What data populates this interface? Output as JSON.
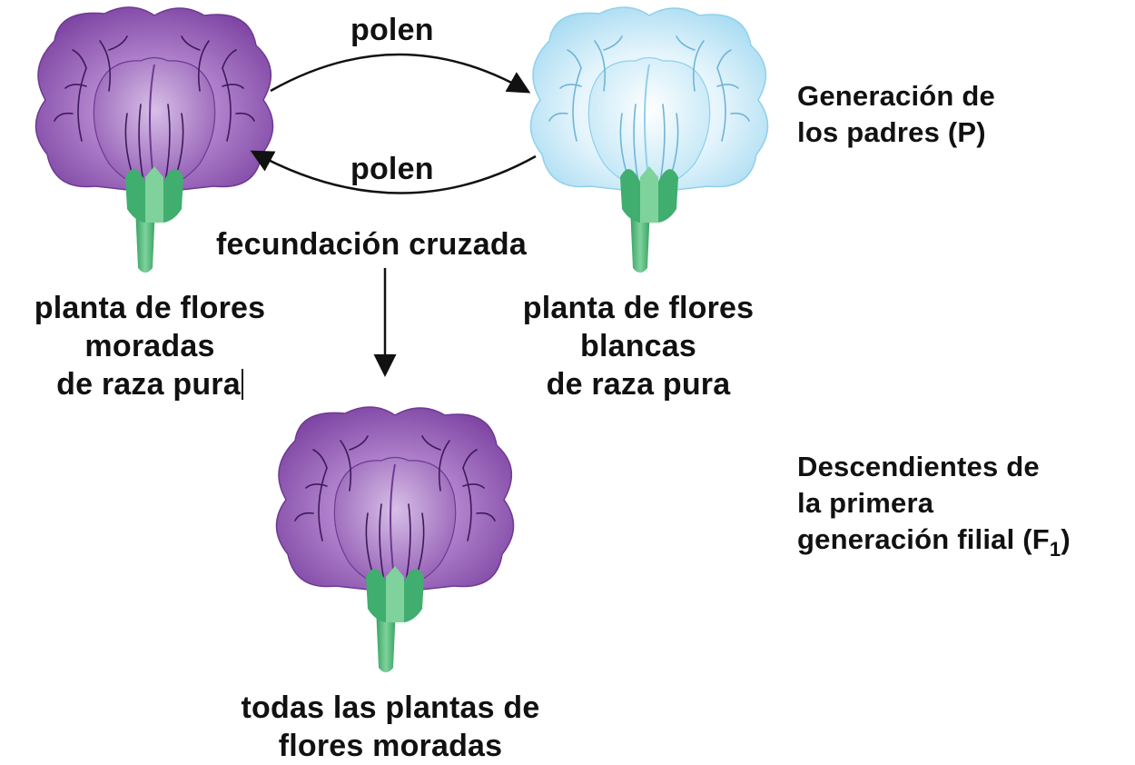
{
  "arrows": {
    "top_label": "polen",
    "bottom_label": "polen",
    "cross_label": "fecundación cruzada"
  },
  "parent_left": {
    "color": "#8b55b0",
    "label_lines": [
      "planta de flores",
      "moradas",
      "de raza pura"
    ]
  },
  "parent_right": {
    "color": "#bfe6f7",
    "label_lines": [
      "planta de flores",
      "blancas",
      "de raza pura"
    ]
  },
  "offspring": {
    "color": "#8b55b0",
    "label_lines": [
      "todas las plantas de",
      "flores moradas"
    ]
  },
  "generations": {
    "parents": [
      "Generación de",
      "los padres (P)"
    ],
    "f1_line1": "Descendientes de",
    "f1_line2": "la primera",
    "f1_line3_prefix": "generación filial (F",
    "f1_sub": "1",
    "f1_line3_suffix": ")"
  },
  "colors": {
    "stem": "#3fae6e",
    "stem_light": "#7fd29c",
    "veins_purple": "#3e1a5c",
    "veins_white": "#6fb5d6",
    "arrow": "#111111"
  }
}
